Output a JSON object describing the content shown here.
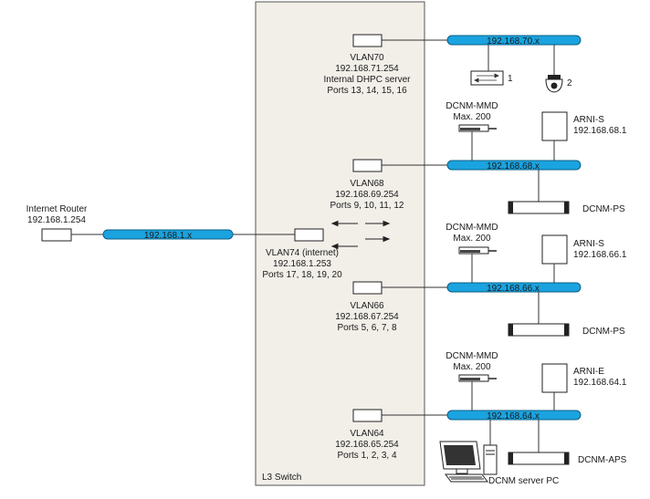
{
  "switch": {
    "label": "L3 Switch"
  },
  "internet_router": {
    "name": "Internet Router",
    "ip": "192.168.1.254"
  },
  "buses": {
    "internet": "192.168.1.x",
    "vlan70": "192.168.70.x",
    "vlan68": "192.168.68.x",
    "vlan66": "192.168.66.x",
    "vlan64": "192.168.64.x"
  },
  "vlans": {
    "vlan70": {
      "name": "VLAN70",
      "ip": "192.168.71.254",
      "extra": "Internal DHPC server",
      "ports": "Ports 13, 14, 15, 16"
    },
    "vlan68": {
      "name": "VLAN68",
      "ip": "192.168.69.254",
      "ports": "Ports 9, 10, 11, 12"
    },
    "vlan74": {
      "name": "VLAN74 (internet)",
      "ip": "192.168.1.253",
      "ports": "Ports 17, 18, 19, 20"
    },
    "vlan66": {
      "name": "VLAN66",
      "ip": "192.168.67.254",
      "ports": "Ports 5, 6, 7, 8"
    },
    "vlan64": {
      "name": "VLAN64",
      "ip": "192.168.65.254",
      "ports": "Ports 1, 2, 3, 4"
    }
  },
  "devices": {
    "vlan70_item1": "1",
    "vlan70_item2": "2",
    "mmd_name": "DCNM-MMD",
    "mmd_max": "Max. 200",
    "arni_s_68": {
      "name": "ARNI-S",
      "ip": "192.168.68.1"
    },
    "arni_s_66": {
      "name": "ARNI-S",
      "ip": "192.168.66.1"
    },
    "arni_e_64": {
      "name": "ARNI-E",
      "ip": "192.168.64.1"
    },
    "ps_label": "DCNM-PS",
    "aps_label": "DCNM-APS",
    "server_pc": "DCNM server PC"
  },
  "colors": {
    "bus": "#1aa3df",
    "switch_fill": "#f2efe9",
    "line": "#333333"
  }
}
